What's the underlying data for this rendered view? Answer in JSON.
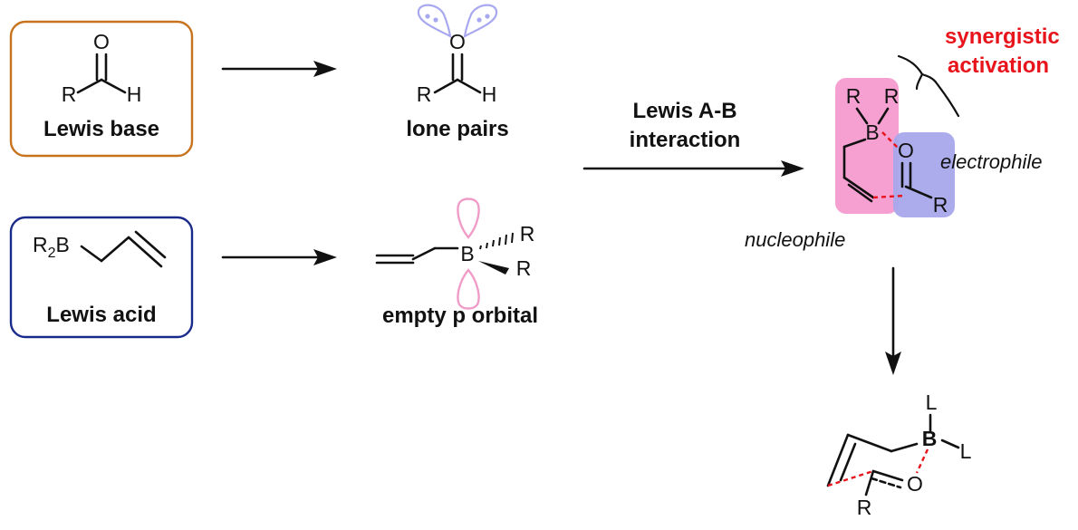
{
  "colors": {
    "base_border": "#c8721c",
    "acid_border": "#1a2a8a",
    "lone_pair": "#a8a8f0",
    "empty_orbital": "#f09cc8",
    "nucleophile_fill": "#f59bd0",
    "electrophile_fill": "#a8a8ec",
    "dashed_bond": "#e8141c",
    "highlight_text": "#e8141c"
  },
  "lewis_base": {
    "label": "Lewis base",
    "atoms": {
      "o": "O",
      "r": "R",
      "h": "H"
    }
  },
  "lewis_acid": {
    "label": "Lewis acid",
    "atoms": {
      "r2b": "R",
      "sub": "2",
      "b": "B"
    }
  },
  "lone_pairs": {
    "label": "lone pairs",
    "atoms": {
      "o": "O",
      "r": "R",
      "h": "H"
    }
  },
  "empty_orbital": {
    "label": "empty p orbital",
    "atoms": {
      "b": "B",
      "r1": "R",
      "r2": "R"
    }
  },
  "interaction_arrow": {
    "line1": "Lewis A-B",
    "line2": "interaction"
  },
  "transition_state": {
    "synergistic_line1": "synergistic",
    "synergistic_line2": "activation",
    "electrophile_label": "electrophile",
    "nucleophile_label": "nucleophile",
    "atoms": {
      "r1": "R",
      "r2": "R",
      "b": "B",
      "o": "O",
      "r3": "R"
    }
  },
  "product": {
    "atoms": {
      "l1": "L",
      "l2": "L",
      "b": "B",
      "o": "O",
      "r": "R"
    }
  }
}
